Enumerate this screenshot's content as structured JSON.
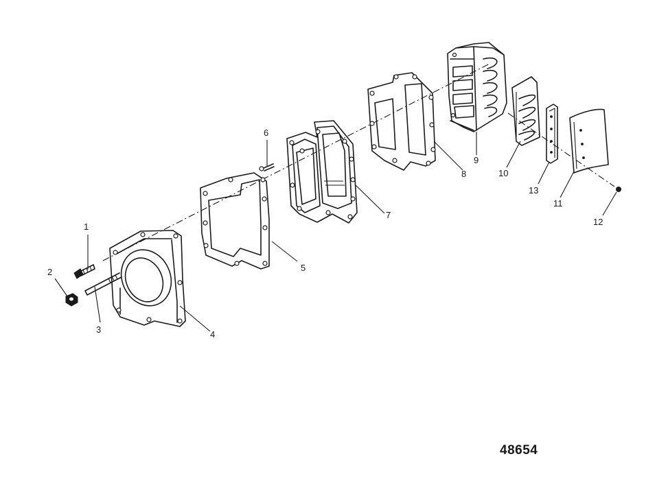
{
  "callouts": [
    "1",
    "2",
    "3",
    "4",
    "5",
    "6",
    "7",
    "8",
    "9",
    "10",
    "11",
    "12",
    "13"
  ],
  "reference_number": "48654"
}
